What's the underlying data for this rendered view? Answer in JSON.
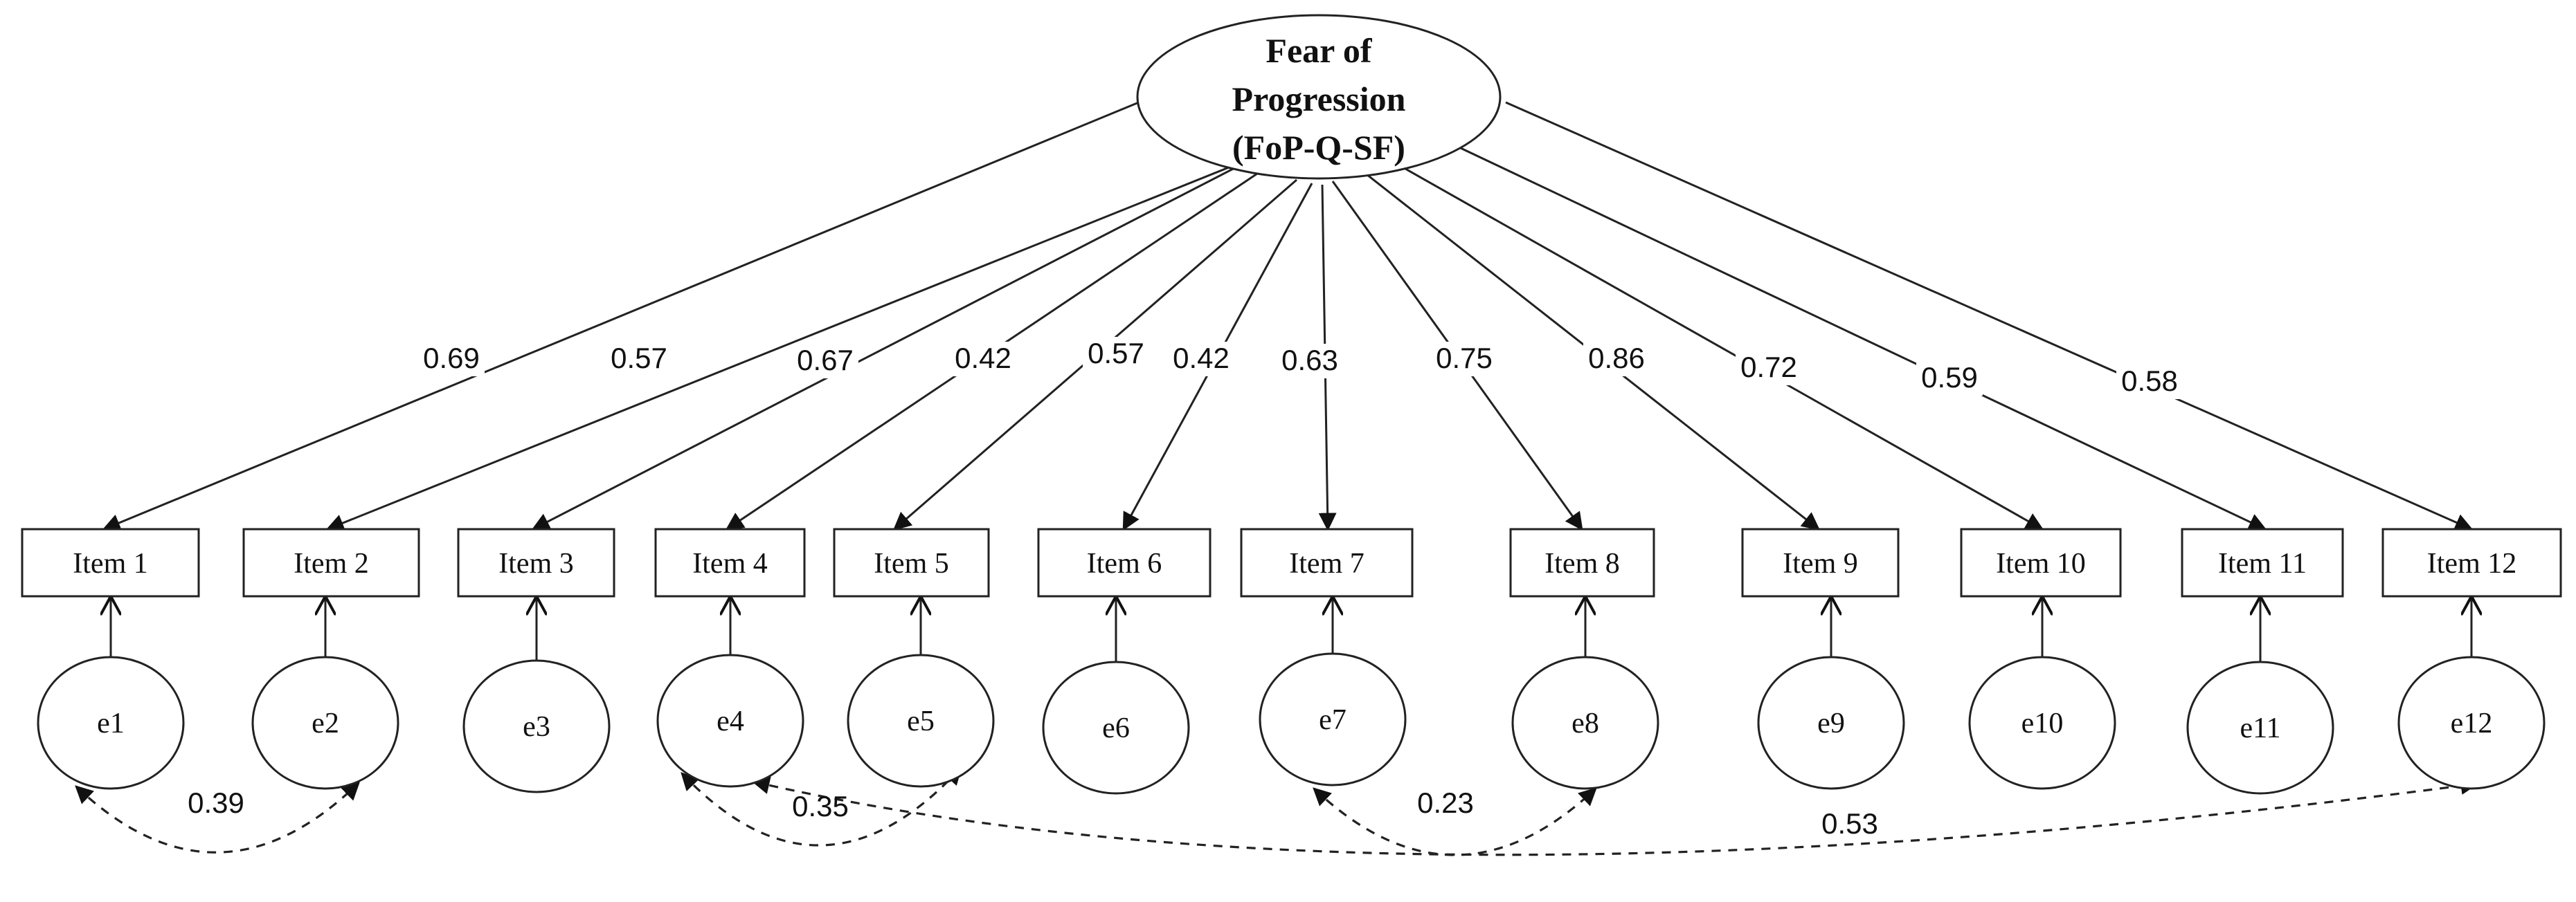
{
  "latent": {
    "lines": [
      "Fear of",
      "Progression",
      "(FoP-Q-SF)"
    ]
  },
  "items": [
    {
      "label": "Item 1",
      "error": "e1",
      "loading": "0.69"
    },
    {
      "label": "Item 2",
      "error": "e2",
      "loading": "0.57"
    },
    {
      "label": "Item 3",
      "error": "e3",
      "loading": "0.67"
    },
    {
      "label": "Item 4",
      "error": "e4",
      "loading": "0.42"
    },
    {
      "label": "Item 5",
      "error": "e5",
      "loading": "0.57"
    },
    {
      "label": "Item 6",
      "error": "e6",
      "loading": "0.42"
    },
    {
      "label": "Item 7",
      "error": "e7",
      "loading": "0.63"
    },
    {
      "label": "Item 8",
      "error": "e8",
      "loading": "0.75"
    },
    {
      "label": "Item 9",
      "error": "e9",
      "loading": "0.86"
    },
    {
      "label": "Item 10",
      "error": "e10",
      "loading": "0.72"
    },
    {
      "label": "Item 11",
      "error": "e11",
      "loading": "0.59"
    },
    {
      "label": "Item 12",
      "error": "e12",
      "loading": "0.58"
    }
  ],
  "covariances": [
    {
      "from": "e1",
      "to": "e2",
      "value": "0.39"
    },
    {
      "from": "e4",
      "to": "e5",
      "value": "0.35"
    },
    {
      "from": "e7",
      "to": "e8",
      "value": "0.23"
    },
    {
      "from": "e4",
      "to": "e12",
      "value": "0.53"
    }
  ]
}
